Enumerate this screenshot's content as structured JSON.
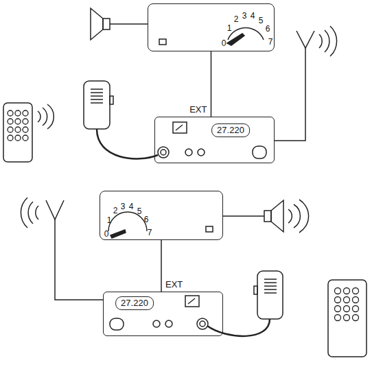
{
  "diagram": {
    "nodes": [
      {
        "text": [
          "0",
          "1",
          "2",
          "3",
          "4",
          "5",
          "6",
          "7"
        ]
      },
      {
        "text": [
          "27.220"
        ]
      },
      {
        "text": [
          "0",
          "1",
          "2",
          "3",
          "4",
          "5",
          "6",
          "7"
        ]
      },
      {
        "text": [
          "27.220"
        ]
      }
    ],
    "edges": [
      {
        "from": 0,
        "to": 1,
        "arrow": "none",
        "label": "EXT"
      },
      {
        "from": 2,
        "to": 3,
        "arrow": "none",
        "label": "EXT"
      }
    ]
  }
}
